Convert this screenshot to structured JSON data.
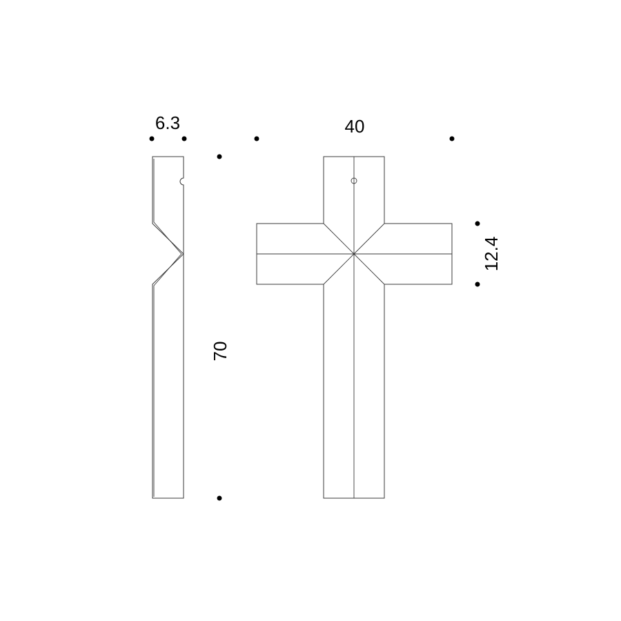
{
  "dimensions": {
    "thickness": "6.3",
    "width": "40",
    "height": "70",
    "crossbar_height": "12.4"
  },
  "colors": {
    "line": "#3a3a3a",
    "dot": "#000000",
    "background": "#ffffff"
  }
}
